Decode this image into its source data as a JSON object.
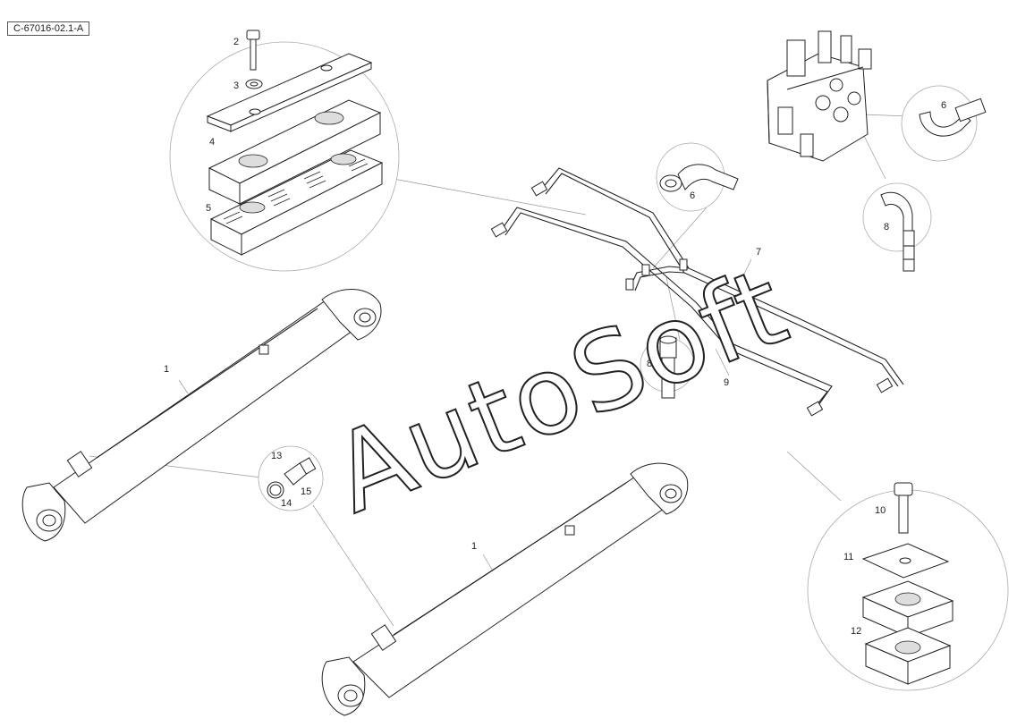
{
  "diagram": {
    "reference_code": "C-67016-02.1-A",
    "watermark": "AutoSoft",
    "callouts": [
      {
        "id": "c2",
        "text": "2"
      },
      {
        "id": "c3",
        "text": "3"
      },
      {
        "id": "c4",
        "text": "4"
      },
      {
        "id": "c5",
        "text": "5"
      },
      {
        "id": "c6a",
        "text": "6"
      },
      {
        "id": "c6b",
        "text": "6"
      },
      {
        "id": "c7",
        "text": "7"
      },
      {
        "id": "c8a",
        "text": "8"
      },
      {
        "id": "c8b",
        "text": "8"
      },
      {
        "id": "c9",
        "text": "9"
      },
      {
        "id": "c1a",
        "text": "1"
      },
      {
        "id": "c1b",
        "text": "1"
      },
      {
        "id": "c13",
        "text": "13"
      },
      {
        "id": "c14",
        "text": "14"
      },
      {
        "id": "c15",
        "text": "15"
      },
      {
        "id": "c10",
        "text": "10"
      },
      {
        "id": "c11",
        "text": "11"
      },
      {
        "id": "c12",
        "text": "12"
      }
    ]
  }
}
